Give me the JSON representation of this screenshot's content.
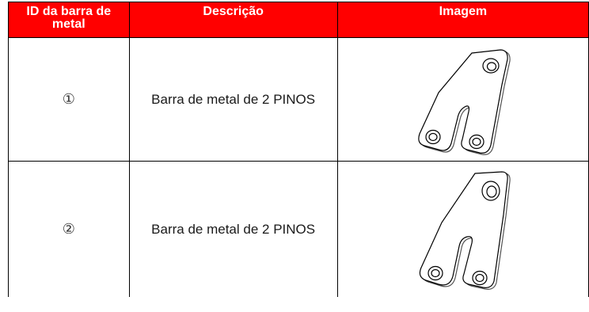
{
  "table": {
    "header": {
      "col_id": "ID da barra de metal",
      "col_desc": "Descrição",
      "col_image": "Imagem"
    },
    "rows": [
      {
        "id": "①",
        "description": "Barra de metal de 2 PINOS",
        "image": "metal-bar-2-pin-icon"
      },
      {
        "id": "②",
        "description": "Barra de metal de 2 PINOS",
        "image": "metal-bar-2-pin-long-icon"
      }
    ]
  },
  "colors": {
    "header_bg": "#ff0000",
    "header_text": "#ffffff",
    "border": "#000000"
  }
}
